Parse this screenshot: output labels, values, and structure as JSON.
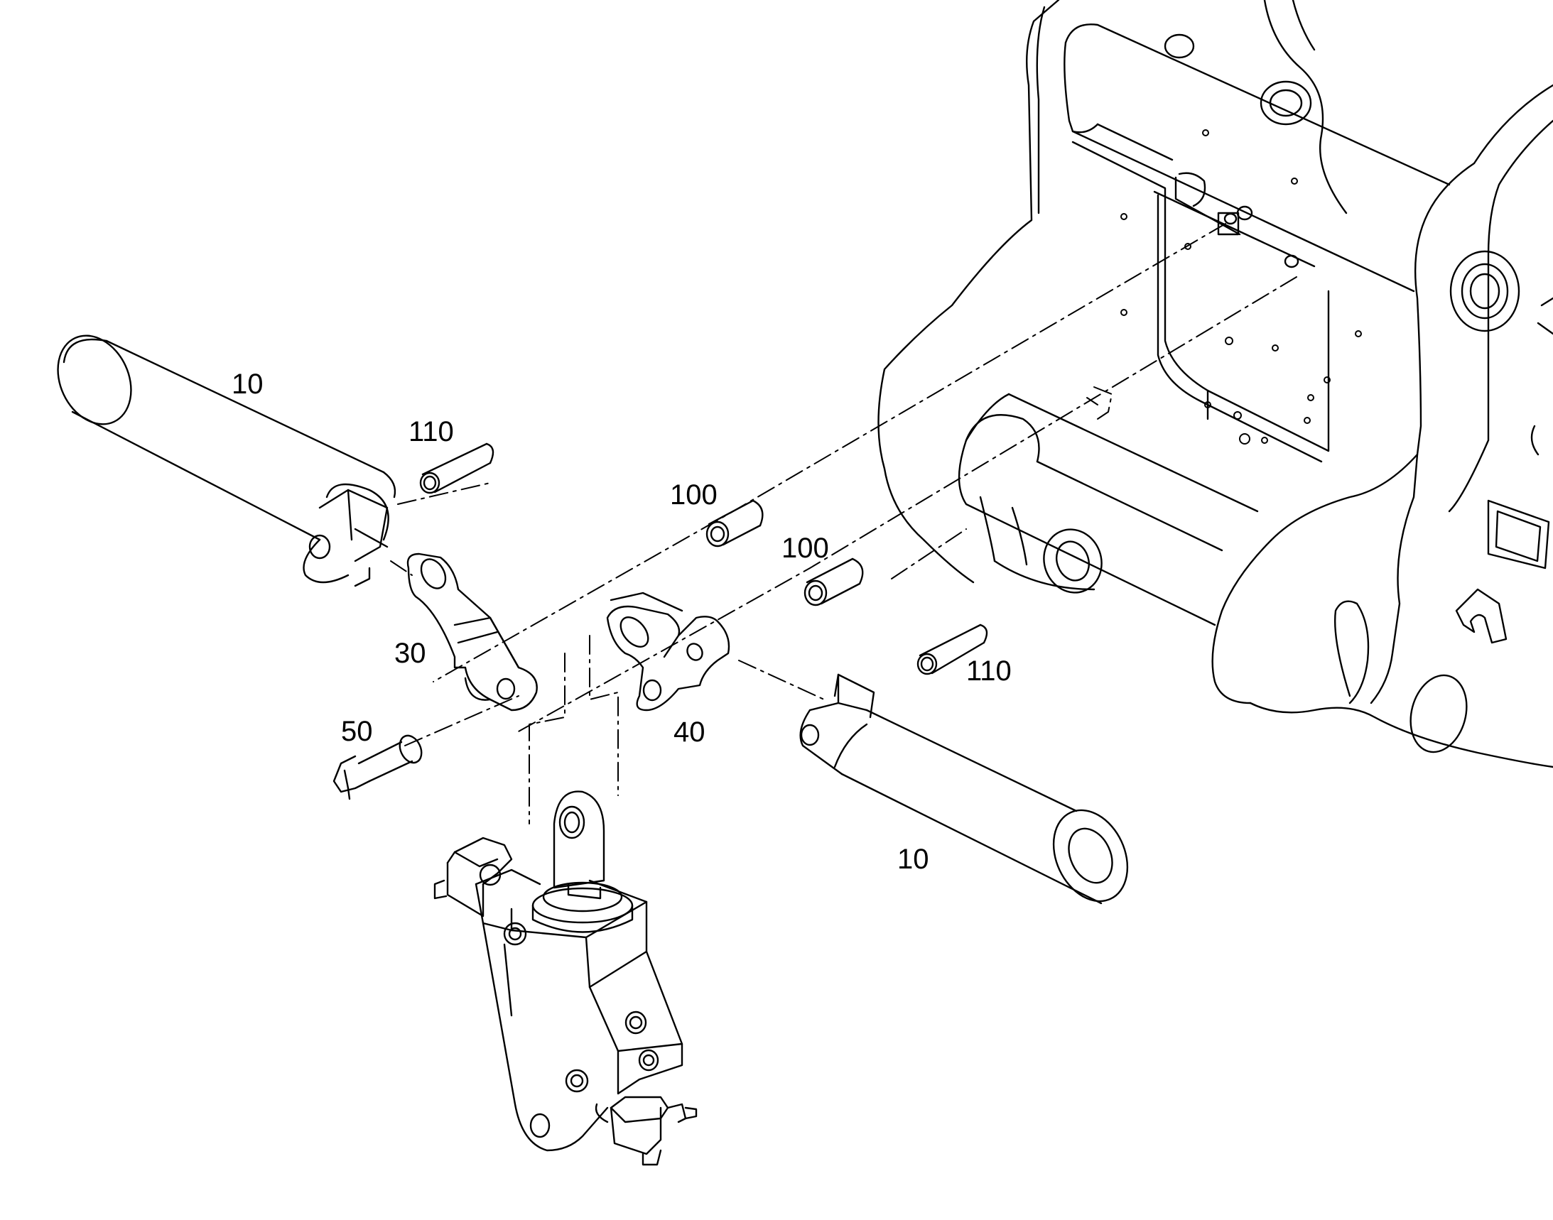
{
  "diagram": {
    "callouts": {
      "pin_left": "10",
      "pin_right": "10",
      "roll_pin_left": "110",
      "roll_pin_right": "110",
      "roll_pin_mid_upper": "100",
      "roll_pin_mid_lower": "100",
      "lever_left": "30",
      "lever_right": "40",
      "bolt": "50"
    },
    "colors": {
      "line": "#000000",
      "background": "#ffffff"
    }
  }
}
